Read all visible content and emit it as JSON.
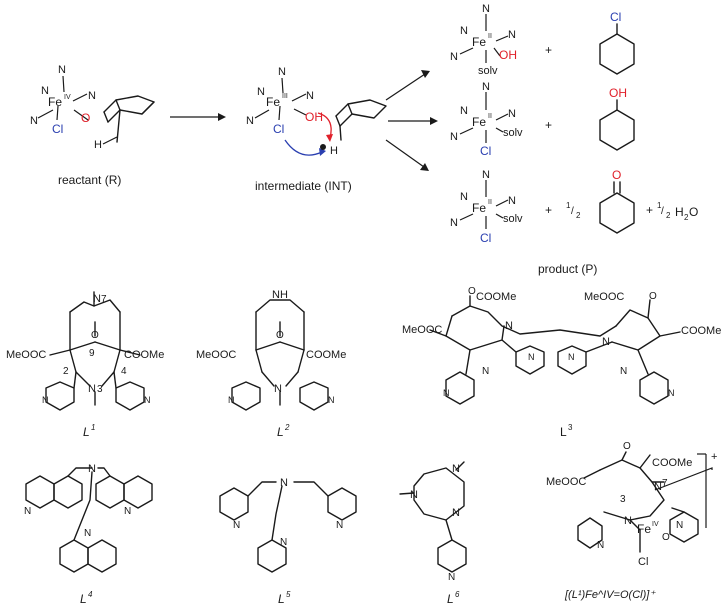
{
  "atoms": {
    "N": "N",
    "Fe": "Fe",
    "O": "O",
    "OH": "OH",
    "Cl": "Cl",
    "H": "H",
    "solv": "solv",
    "nh": "NH",
    "ox_IV": "IV",
    "ox_III": "III",
    "ox_II": "II"
  },
  "scheme": {
    "reactant_label": "reactant (R)",
    "intermediate_label": "intermediate (INT)",
    "product_label": "product (P)",
    "plus": "+",
    "half_num": "1",
    "half_den": "2",
    "water_H": "H",
    "water_2": "2",
    "water_O": "O"
  },
  "ligands": {
    "substituents": {
      "ester_left": "MeOOC",
      "ester_right": "COOMe",
      "ester_l3_right": "COOMe",
      "ester_l3_left": "MeOOC",
      "n7": "7",
      "c9": "9",
      "c2": "2",
      "c4": "4",
      "n3": "3"
    },
    "labels": {
      "L": "L",
      "l1": "1",
      "l2": "2",
      "l3": "3",
      "l4": "4",
      "l5": "5",
      "l6": "6"
    },
    "complex_label": "[(L¹)Fe^IV=O(Cl)]⁺",
    "complex_charge": "+"
  },
  "colors": {
    "oxygen_red": "#e0202a",
    "chlorine_blue": "#2a3fb0",
    "bond": "#1a1a1a"
  }
}
